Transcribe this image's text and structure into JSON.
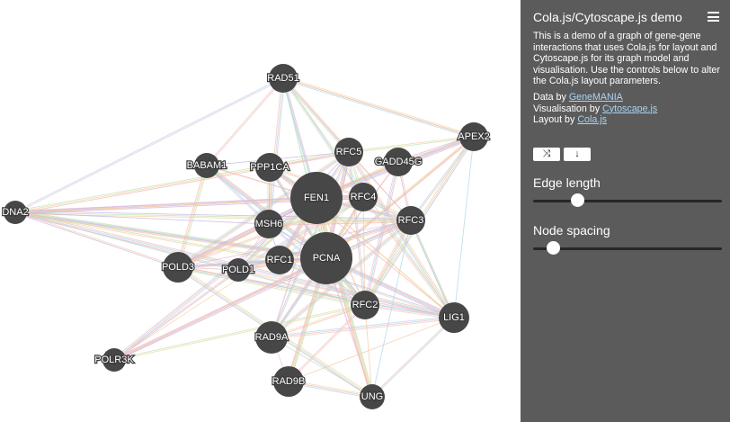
{
  "sidebar": {
    "title": "Cola.js/Cytoscape.js demo",
    "description": "This is a demo of a graph of gene-gene interactions that uses Cola.js for layout and Cytoscape.js for its graph model and visualisation. Use the controls below to alter the Cola.js layout parameters.",
    "credits": [
      {
        "prefix": "Data by ",
        "link": "GeneMANIA"
      },
      {
        "prefix": "Visualisation by ",
        "link": "Cytoscape.js"
      },
      {
        "prefix": "Layout by ",
        "link": "Cola.js"
      }
    ],
    "buttons": [
      {
        "icon": "shuffle-icon",
        "glyph": "⤨"
      },
      {
        "icon": "arrow-down-icon",
        "glyph": "↓"
      }
    ],
    "params": [
      {
        "label": "Edge length",
        "value": 0.24
      },
      {
        "label": "Node spacing",
        "value": 0.11
      }
    ]
  },
  "colors": {
    "node": "#474747",
    "sidebar": "#5b5b5b",
    "link": "#a9d3f2",
    "edges": [
      "#f6c7a8",
      "#f2b7b7",
      "#c4b3df",
      "#a8d6e8",
      "#bfe3b4",
      "#e6c0dc",
      "#f3d29b"
    ]
  },
  "graph": {
    "nodes": [
      {
        "id": "RAD51",
        "label": "RAD51"
      },
      {
        "id": "APEX2",
        "label": "APEX2"
      },
      {
        "id": "RFC5",
        "label": "RFC5"
      },
      {
        "id": "GADD45G",
        "label": "GADD45G"
      },
      {
        "id": "BABAM1",
        "label": "BABAM1"
      },
      {
        "id": "PPP1CA",
        "label": "PPP1CA"
      },
      {
        "id": "FEN1",
        "label": "FEN1"
      },
      {
        "id": "RFC4",
        "label": "RFC4"
      },
      {
        "id": "DNA2",
        "label": "DNA2"
      },
      {
        "id": "MSH6",
        "label": "MSH6"
      },
      {
        "id": "RFC3",
        "label": "RFC3"
      },
      {
        "id": "PCNA",
        "label": "PCNA"
      },
      {
        "id": "RFC1",
        "label": "RFC1"
      },
      {
        "id": "POLD3",
        "label": "POLD3"
      },
      {
        "id": "POLD1",
        "label": "POLD1"
      },
      {
        "id": "RFC2",
        "label": "RFC2"
      },
      {
        "id": "LIG1",
        "label": "LIG1"
      },
      {
        "id": "RAD9A",
        "label": "RAD9A"
      },
      {
        "id": "POLR3K",
        "label": "POLR3K"
      },
      {
        "id": "RAD9B",
        "label": "RAD9B"
      },
      {
        "id": "UNG",
        "label": "UNG"
      }
    ],
    "edges": [
      [
        "PCNA",
        "FEN1"
      ],
      [
        "PCNA",
        "RFC1"
      ],
      [
        "PCNA",
        "RFC2"
      ],
      [
        "PCNA",
        "RFC3"
      ],
      [
        "PCNA",
        "RFC4"
      ],
      [
        "PCNA",
        "RFC5"
      ],
      [
        "PCNA",
        "POLD1"
      ],
      [
        "PCNA",
        "POLD3"
      ],
      [
        "PCNA",
        "LIG1"
      ],
      [
        "PCNA",
        "MSH6"
      ],
      [
        "PCNA",
        "RAD9A"
      ],
      [
        "PCNA",
        "RAD9B"
      ],
      [
        "PCNA",
        "UNG"
      ],
      [
        "PCNA",
        "APEX2"
      ],
      [
        "PCNA",
        "DNA2"
      ],
      [
        "PCNA",
        "GADD45G"
      ],
      [
        "PCNA",
        "PPP1CA"
      ],
      [
        "PCNA",
        "BABAM1"
      ],
      [
        "PCNA",
        "RAD51"
      ],
      [
        "PCNA",
        "POLR3K"
      ],
      [
        "FEN1",
        "RFC1"
      ],
      [
        "FEN1",
        "RFC2"
      ],
      [
        "FEN1",
        "RFC3"
      ],
      [
        "FEN1",
        "RFC4"
      ],
      [
        "FEN1",
        "RFC5"
      ],
      [
        "FEN1",
        "POLD1"
      ],
      [
        "FEN1",
        "POLD3"
      ],
      [
        "FEN1",
        "LIG1"
      ],
      [
        "FEN1",
        "DNA2"
      ],
      [
        "FEN1",
        "APEX2"
      ],
      [
        "FEN1",
        "MSH6"
      ],
      [
        "FEN1",
        "RAD51"
      ],
      [
        "FEN1",
        "UNG"
      ],
      [
        "FEN1",
        "RAD9A"
      ],
      [
        "FEN1",
        "GADD45G"
      ],
      [
        "FEN1",
        "PPP1CA"
      ],
      [
        "FEN1",
        "BABAM1"
      ],
      [
        "RFC1",
        "RFC2"
      ],
      [
        "RFC1",
        "RFC3"
      ],
      [
        "RFC1",
        "RFC4"
      ],
      [
        "RFC1",
        "RFC5"
      ],
      [
        "RFC2",
        "RFC3"
      ],
      [
        "RFC2",
        "RFC4"
      ],
      [
        "RFC2",
        "RFC5"
      ],
      [
        "RFC3",
        "RFC4"
      ],
      [
        "RFC3",
        "RFC5"
      ],
      [
        "RFC4",
        "RFC5"
      ],
      [
        "RFC1",
        "POLD1"
      ],
      [
        "RFC2",
        "POLD1"
      ],
      [
        "RFC3",
        "POLD1"
      ],
      [
        "RFC4",
        "POLD1"
      ],
      [
        "RFC5",
        "POLD1"
      ],
      [
        "RFC1",
        "POLD3"
      ],
      [
        "RFC2",
        "POLD3"
      ],
      [
        "RFC3",
        "POLD3"
      ],
      [
        "RFC4",
        "POLD3"
      ],
      [
        "RFC5",
        "POLD3"
      ],
      [
        "POLD1",
        "POLD3"
      ],
      [
        "RFC1",
        "LIG1"
      ],
      [
        "RFC2",
        "LIG1"
      ],
      [
        "RFC3",
        "LIG1"
      ],
      [
        "RFC4",
        "LIG1"
      ],
      [
        "RFC5",
        "LIG1"
      ],
      [
        "POLD1",
        "LIG1"
      ],
      [
        "POLD3",
        "LIG1"
      ],
      [
        "DNA2",
        "RFC3"
      ],
      [
        "DNA2",
        "RFC2"
      ],
      [
        "DNA2",
        "RFC1"
      ],
      [
        "DNA2",
        "RFC4"
      ],
      [
        "DNA2",
        "POLD1"
      ],
      [
        "DNA2",
        "POLD3"
      ],
      [
        "DNA2",
        "LIG1"
      ],
      [
        "DNA2",
        "MSH6"
      ],
      [
        "DNA2",
        "RAD51"
      ],
      [
        "DNA2",
        "RFC5"
      ],
      [
        "RAD9A",
        "RAD9B"
      ],
      [
        "RAD9A",
        "RFC2"
      ],
      [
        "RAD9A",
        "RFC3"
      ],
      [
        "RAD9A",
        "RFC4"
      ],
      [
        "RAD9A",
        "RFC5"
      ],
      [
        "RAD9A",
        "LIG1"
      ],
      [
        "RAD9A",
        "UNG"
      ],
      [
        "RAD9B",
        "RFC2"
      ],
      [
        "RAD9B",
        "UNG"
      ],
      [
        "RAD9B",
        "LIG1"
      ],
      [
        "APEX2",
        "RFC3"
      ],
      [
        "APEX2",
        "RFC2"
      ],
      [
        "APEX2",
        "LIG1"
      ],
      [
        "APEX2",
        "RFC5"
      ],
      [
        "APEX2",
        "GADD45G"
      ],
      [
        "APEX2",
        "RAD51"
      ],
      [
        "GADD45G",
        "RFC3"
      ],
      [
        "GADD45G",
        "RFC2"
      ],
      [
        "MSH6",
        "RFC1"
      ],
      [
        "MSH6",
        "RFC2"
      ],
      [
        "MSH6",
        "RFC3"
      ],
      [
        "MSH6",
        "POLD1"
      ],
      [
        "MSH6",
        "POLD3"
      ],
      [
        "RAD51",
        "RFC5"
      ],
      [
        "RAD51",
        "RFC3"
      ],
      [
        "RAD51",
        "RFC4"
      ],
      [
        "RAD51",
        "MSH6"
      ],
      [
        "RAD51",
        "LIG1"
      ],
      [
        "RAD51",
        "BABAM1"
      ],
      [
        "RAD51",
        "APEX2"
      ],
      [
        "UNG",
        "RFC2"
      ],
      [
        "UNG",
        "LIG1"
      ],
      [
        "UNG",
        "POLD3"
      ],
      [
        "UNG",
        "RFC3"
      ],
      [
        "POLR3K",
        "RFC2"
      ],
      [
        "POLR3K",
        "RFC3"
      ],
      [
        "POLR3K",
        "RFC4"
      ],
      [
        "POLR3K",
        "POLD1"
      ],
      [
        "POLR3K",
        "FEN1"
      ],
      [
        "BABAM1",
        "RFC5"
      ],
      [
        "BABAM1",
        "MSH6"
      ],
      [
        "BABAM1",
        "POLD3"
      ],
      [
        "PPP1CA",
        "RFC5"
      ],
      [
        "PPP1CA",
        "RFC4"
      ],
      [
        "PPP1CA",
        "MSH6"
      ],
      [
        "PPP1CA",
        "LIG1"
      ],
      [
        "LIG1",
        "RFC3"
      ]
    ]
  }
}
